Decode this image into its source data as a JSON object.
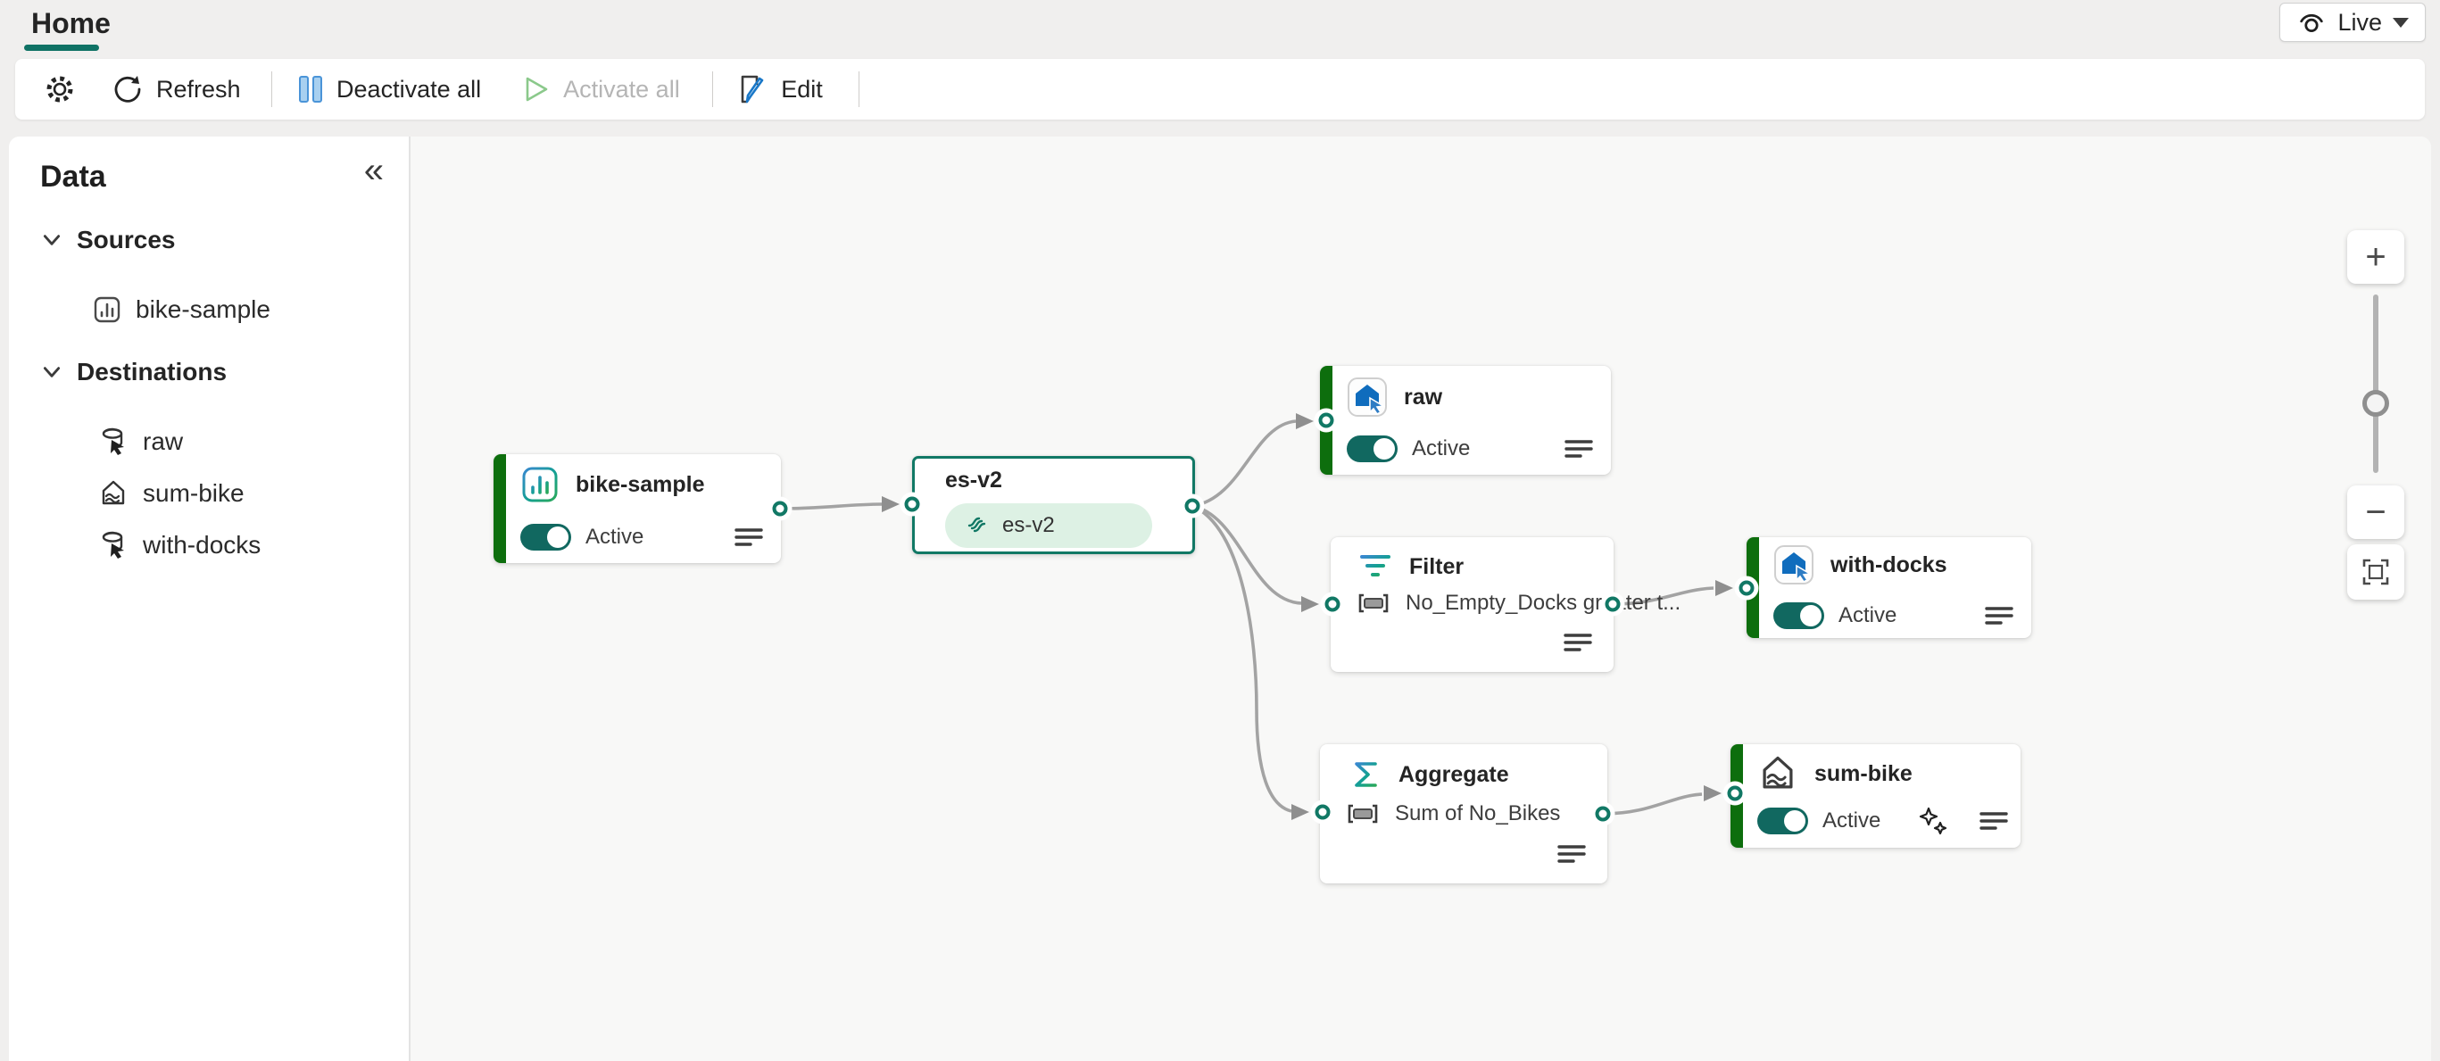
{
  "tab_bar": {
    "home": "Home",
    "live": "Live"
  },
  "toolbar": {
    "refresh": "Refresh",
    "deactivate_all": "Deactivate all",
    "activate_all": "Activate all",
    "edit": "Edit"
  },
  "sidebar": {
    "title": "Data",
    "sections": [
      {
        "label": "Sources",
        "items": [
          {
            "label": "bike-sample"
          }
        ]
      },
      {
        "label": "Destinations",
        "items": [
          {
            "label": "raw"
          },
          {
            "label": "sum-bike"
          },
          {
            "label": "with-docks"
          }
        ]
      }
    ]
  },
  "canvas": {
    "nodes": {
      "bike_sample": {
        "title": "bike-sample",
        "status": "Active"
      },
      "es_v2": {
        "title": "es-v2",
        "stream_label": "es-v2"
      },
      "raw": {
        "title": "raw",
        "status": "Active"
      },
      "filter": {
        "title": "Filter",
        "condition": "No_Empty_Docks greater t..."
      },
      "with_docks": {
        "title": "with-docks",
        "status": "Active"
      },
      "aggregate": {
        "title": "Aggregate",
        "operation": "Sum of No_Bikes"
      },
      "sum_bike": {
        "title": "sum-bike",
        "status": "Active"
      }
    },
    "zoom_controls": {
      "zoom_in": "+",
      "zoom_out": "−"
    }
  },
  "colors": {
    "accent_teal": "#117865",
    "active_green": "#0d6e0d",
    "edge_gray": "#a3a3a3",
    "disabled_text": "#b5b5b5",
    "tab_underline": "#0f7265"
  }
}
